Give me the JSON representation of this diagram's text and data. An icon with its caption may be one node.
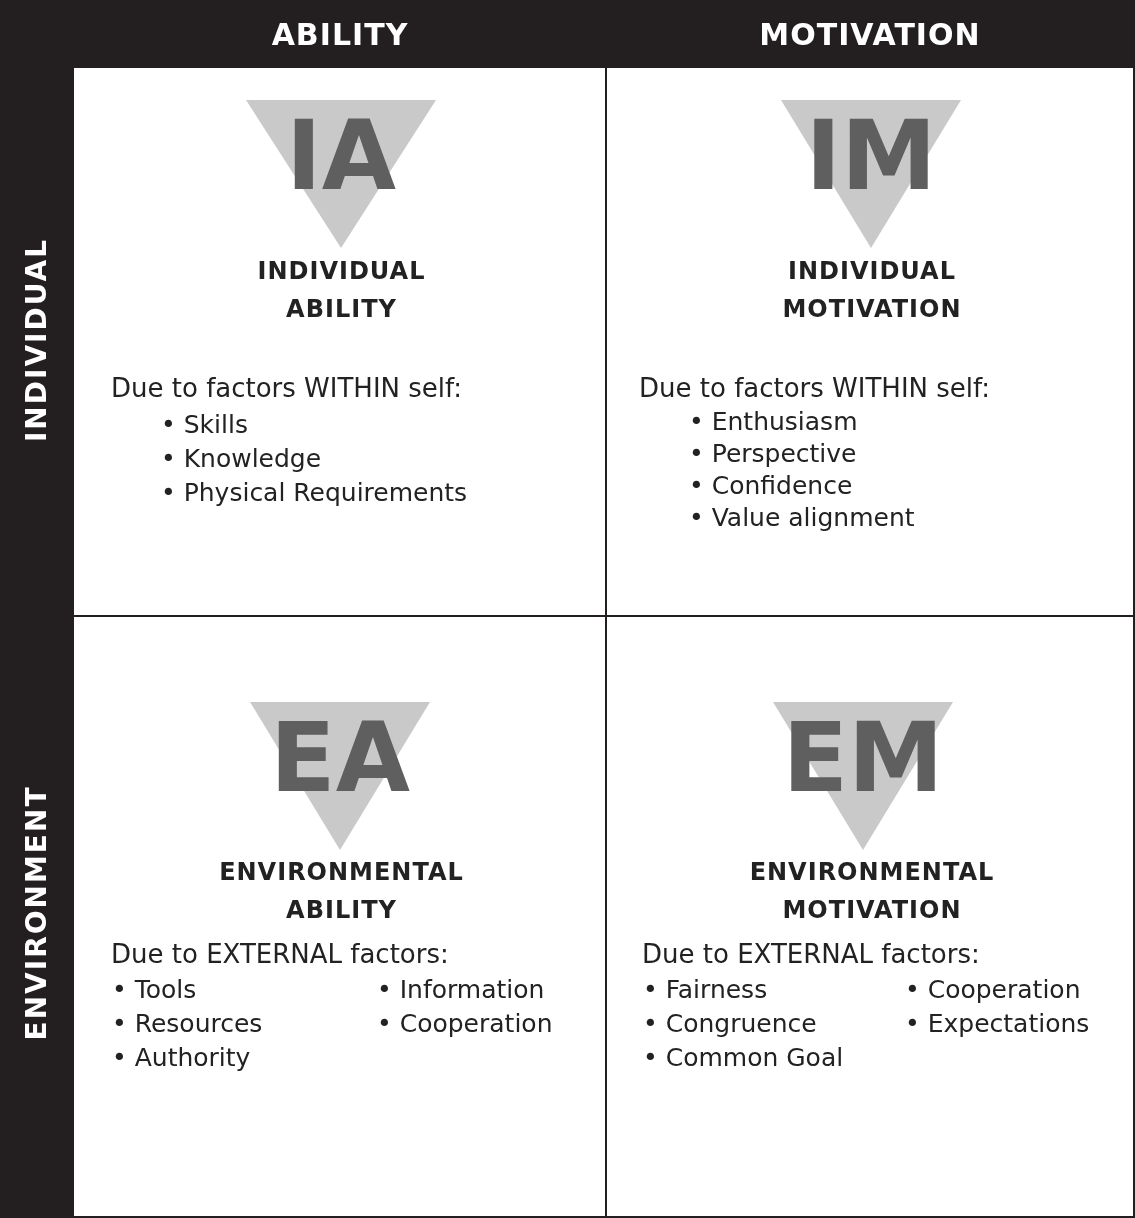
{
  "diagram": {
    "nodes": [
      {
        "text": [
          "INDIVIDUAL ABILITY",
          "Due to factors WITHIN self:",
          "• Skills",
          "• Knowledge",
          "• Physical Requirements"
        ]
      },
      {
        "text": [
          "IA"
        ],
        "in": 0
      },
      {
        "text": [
          "INDIVIDUAL MOTIVATION",
          "Due to factors WITHIN self:",
          "• Enthusiasm",
          "• Perspective",
          "• Confidence",
          "• Value alignment"
        ]
      },
      {
        "text": [
          "IM"
        ],
        "in": 2
      },
      {
        "text": [
          "ENVIRONMENTAL ABILITY",
          "Due to EXTERNAL factors:",
          "• Tools",
          "• Information",
          "• Resources",
          "• Cooperation",
          "• Authority"
        ]
      },
      {
        "text": [
          "EA"
        ],
        "in": 4
      },
      {
        "text": [
          "ENVIRONMENTAL MOTIVATION",
          "Due to EXTERNAL factors:",
          "• Fairness",
          "• Cooperation",
          "• Congruence",
          "• Expectations",
          "• Common Goal"
        ]
      },
      {
        "text": [
          "EM"
        ],
        "in": 6
      }
    ],
    "edges": [],
    "labels": [
      "ABILITY",
      "MOTIVATION",
      "INDIVIDUAL",
      "ENVIRONMENT"
    ]
  }
}
